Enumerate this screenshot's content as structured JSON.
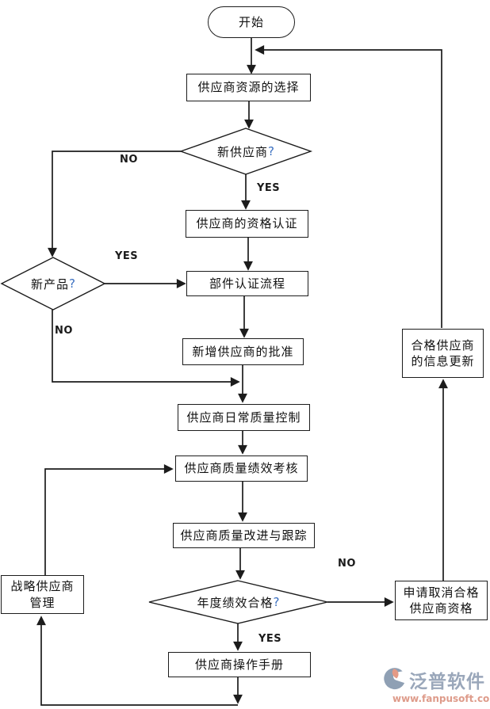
{
  "nodes": {
    "start": {
      "label": "开始"
    },
    "select_resource": {
      "label": "供应商资源的选择"
    },
    "new_supplier": {
      "label": "新供应商",
      "qmark": "?"
    },
    "qualification": {
      "label": "供应商的资格认证"
    },
    "component_cert": {
      "label": "部件认证流程"
    },
    "new_product": {
      "label": "新产品",
      "qmark": "?"
    },
    "approval": {
      "label": "新增供应商的批准"
    },
    "daily_quality": {
      "label": "供应商日常质量控制"
    },
    "performance_review": {
      "label": "供应商质量绩效考核"
    },
    "improvement": {
      "label": "供应商质量改进与跟踪"
    },
    "annual_ok": {
      "label": "年度绩效合格",
      "qmark": "?"
    },
    "manual": {
      "label": "供应商操作手册"
    },
    "cancel_request": {
      "line1": "申请取消合格",
      "line2": "供应商资格"
    },
    "info_update": {
      "line1": "合格供应商",
      "line2": "的信息更新"
    },
    "strategic": {
      "line1": "战略供应商",
      "line2": "管理"
    }
  },
  "edge_labels": {
    "new_supplier_no": "NO",
    "new_supplier_yes": "YES",
    "new_product_yes": "YES",
    "new_product_no": "NO",
    "annual_no": "NO",
    "annual_yes": "YES"
  },
  "logo": {
    "name": "泛普软件",
    "url": "www.fanpusoft.com"
  },
  "colors": {
    "line": "#1c1c1c",
    "qmark": "#3a6fc0",
    "logo_text": "#9aa7ba",
    "logo_url": "#de9b8a",
    "logo_mark_blue": "#8fa0b4",
    "logo_mark_salmon": "#e49a86"
  }
}
